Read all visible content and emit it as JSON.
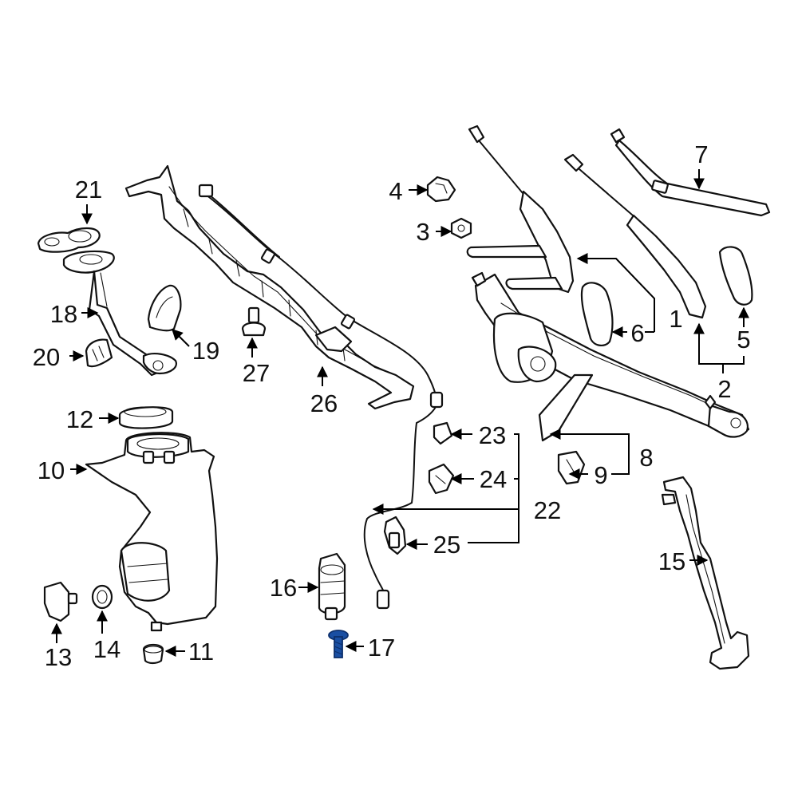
{
  "callouts": {
    "c1": "1",
    "c2": "2",
    "c3": "3",
    "c4": "4",
    "c5": "5",
    "c6": "6",
    "c7": "7",
    "c8": "8",
    "c9": "9",
    "c10": "10",
    "c11": "11",
    "c12": "12",
    "c13": "13",
    "c14": "14",
    "c15": "15",
    "c16": "16",
    "c17": "17",
    "c18": "18",
    "c19": "19",
    "c20": "20",
    "c21": "21",
    "c22": "22",
    "c23": "23",
    "c24": "24",
    "c25": "25",
    "c26": "26",
    "c27": "27"
  },
  "colors": {
    "line": "#111111",
    "background": "#ffffff",
    "highlight_part": "#1a4fa3"
  },
  "highlighted_part": "17"
}
